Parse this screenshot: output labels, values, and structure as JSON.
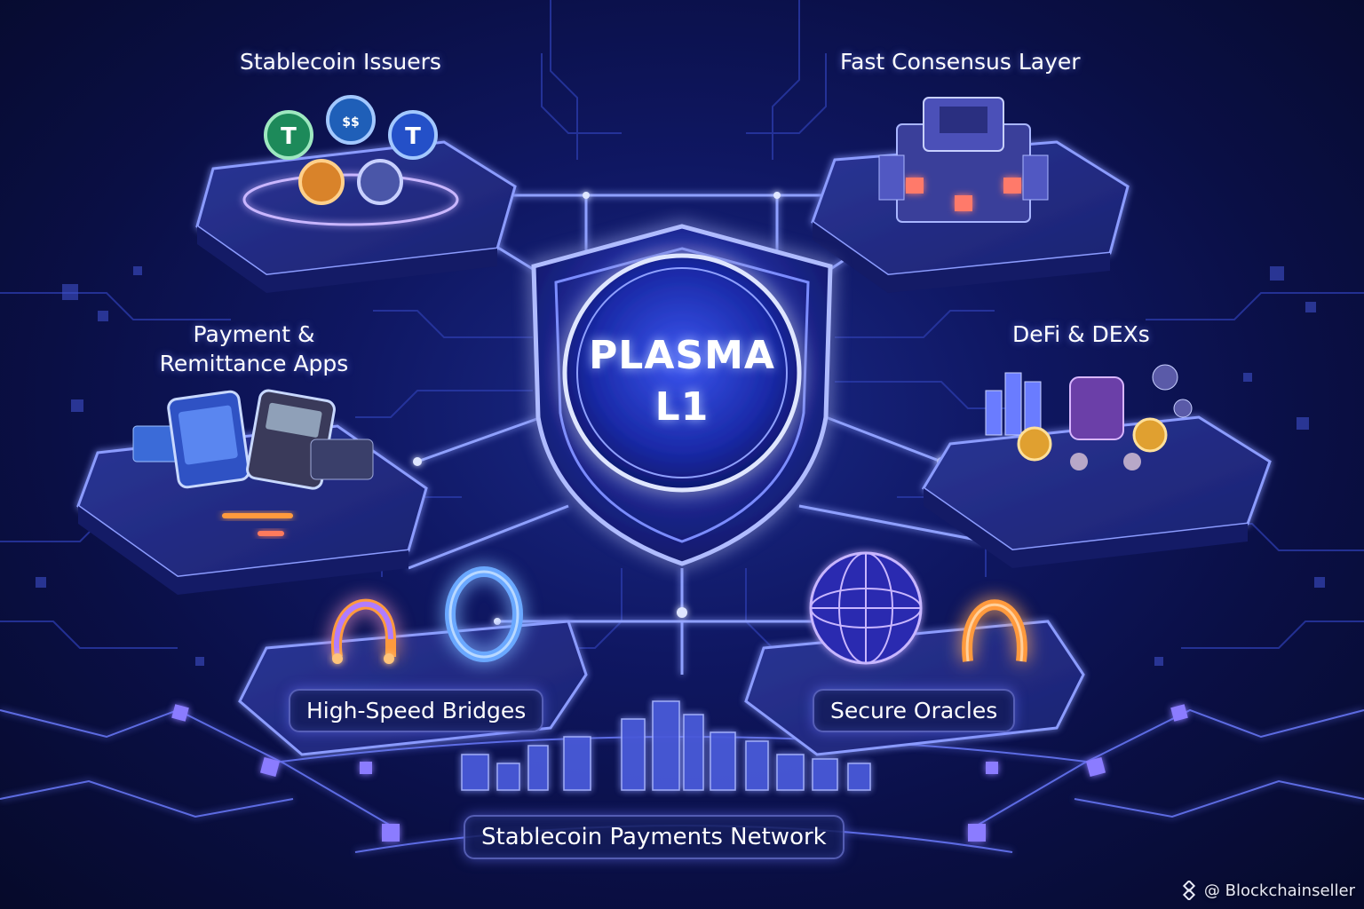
{
  "center": {
    "line1": "PLASMA",
    "line2": "L1"
  },
  "nodes": {
    "stablecoin_issuers": "Stablecoin Issuers",
    "fast_consensus": "Fast Consensus Layer",
    "payment_apps_line1": "Payment &",
    "payment_apps_line2": "Remittance Apps",
    "defi": "DeFi & DEXs",
    "bridges": "High-Speed Bridges",
    "oracles": "Secure Oracles",
    "network": "Stablecoin Payments Network"
  },
  "watermark": {
    "text": "@ Blockchainseller",
    "icon": "binance-diamond-icon"
  },
  "colors": {
    "background": "#0a0f45",
    "accent": "#7b8cff",
    "glow": "#a9b6ff",
    "orange": "#ff9a3c"
  }
}
